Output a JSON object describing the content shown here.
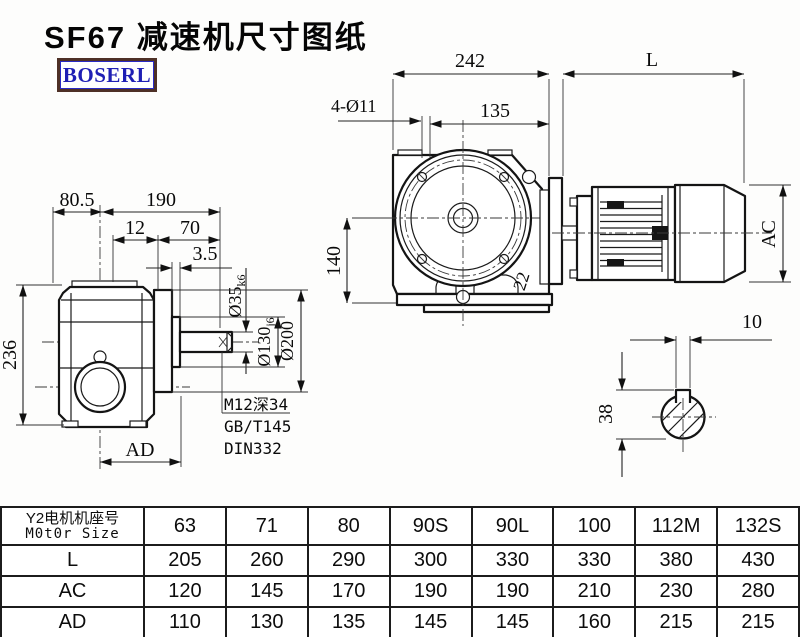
{
  "title": "SF67 减速机尺寸图纸",
  "logo": "BOSERL",
  "front_view": {
    "dim_242": "242",
    "dim_L": "L",
    "dim_135": "135",
    "holes": "4-Ø11",
    "dim_140": "140",
    "dim_22": "22",
    "dim_AC": "AC"
  },
  "side_view": {
    "dim_80_5": "80.5",
    "dim_190": "190",
    "dim_12": "12",
    "dim_70": "70",
    "dim_3_5": "3.5",
    "dim_236": "236",
    "dim_AD": "AD",
    "dia_shaft": "Ø35",
    "dia_shaft_tol": "k6",
    "dia_spigot": "Ø130",
    "dia_spigot_tol": "j6",
    "dia_flange": "Ø200",
    "tap_callout": "M12深34",
    "tap_std1": "GB/T145",
    "tap_std2": "DIN332"
  },
  "shaft_section": {
    "dim_10": "10",
    "dim_38": "38"
  },
  "table": {
    "header_cn": "Y2电机机座号",
    "header_en": "M0t0r Size",
    "columns": [
      "63",
      "71",
      "80",
      "90S",
      "90L",
      "100",
      "112M",
      "132S"
    ],
    "rows": [
      {
        "label": "L",
        "values": [
          "205",
          "260",
          "290",
          "300",
          "330",
          "330",
          "380",
          "430"
        ]
      },
      {
        "label": "AC",
        "values": [
          "120",
          "145",
          "170",
          "190",
          "190",
          "210",
          "230",
          "280"
        ]
      },
      {
        "label": "AD",
        "values": [
          "110",
          "130",
          "135",
          "145",
          "145",
          "160",
          "215",
          "215"
        ]
      }
    ]
  }
}
